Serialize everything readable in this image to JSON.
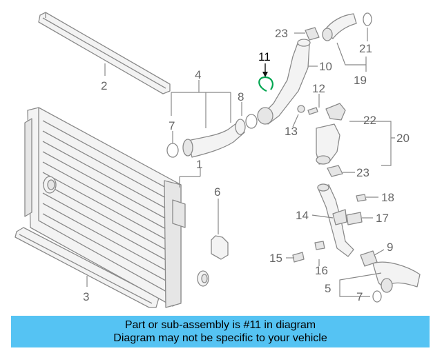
{
  "labels": {
    "l1": "1",
    "l2": "2",
    "l3": "3",
    "l4": "4",
    "l5": "5",
    "l6": "6",
    "l7a": "7",
    "l7b": "7",
    "l8": "8",
    "l9": "9",
    "l10": "10",
    "l11": "11",
    "l12": "12",
    "l13": "13",
    "l14": "14",
    "l15": "15",
    "l16": "16",
    "l17": "17",
    "l18": "18",
    "l19": "19",
    "l20": "20",
    "l21": "21",
    "l22": "22",
    "l23a": "23",
    "l23b": "23"
  },
  "highlight": {
    "part": "11",
    "color": "#00a651"
  },
  "banner": {
    "line1": "Part or sub-assembly is #11 in diagram",
    "line2": "Diagram may not be specific to your vehicle",
    "background": "#55c3f3"
  }
}
